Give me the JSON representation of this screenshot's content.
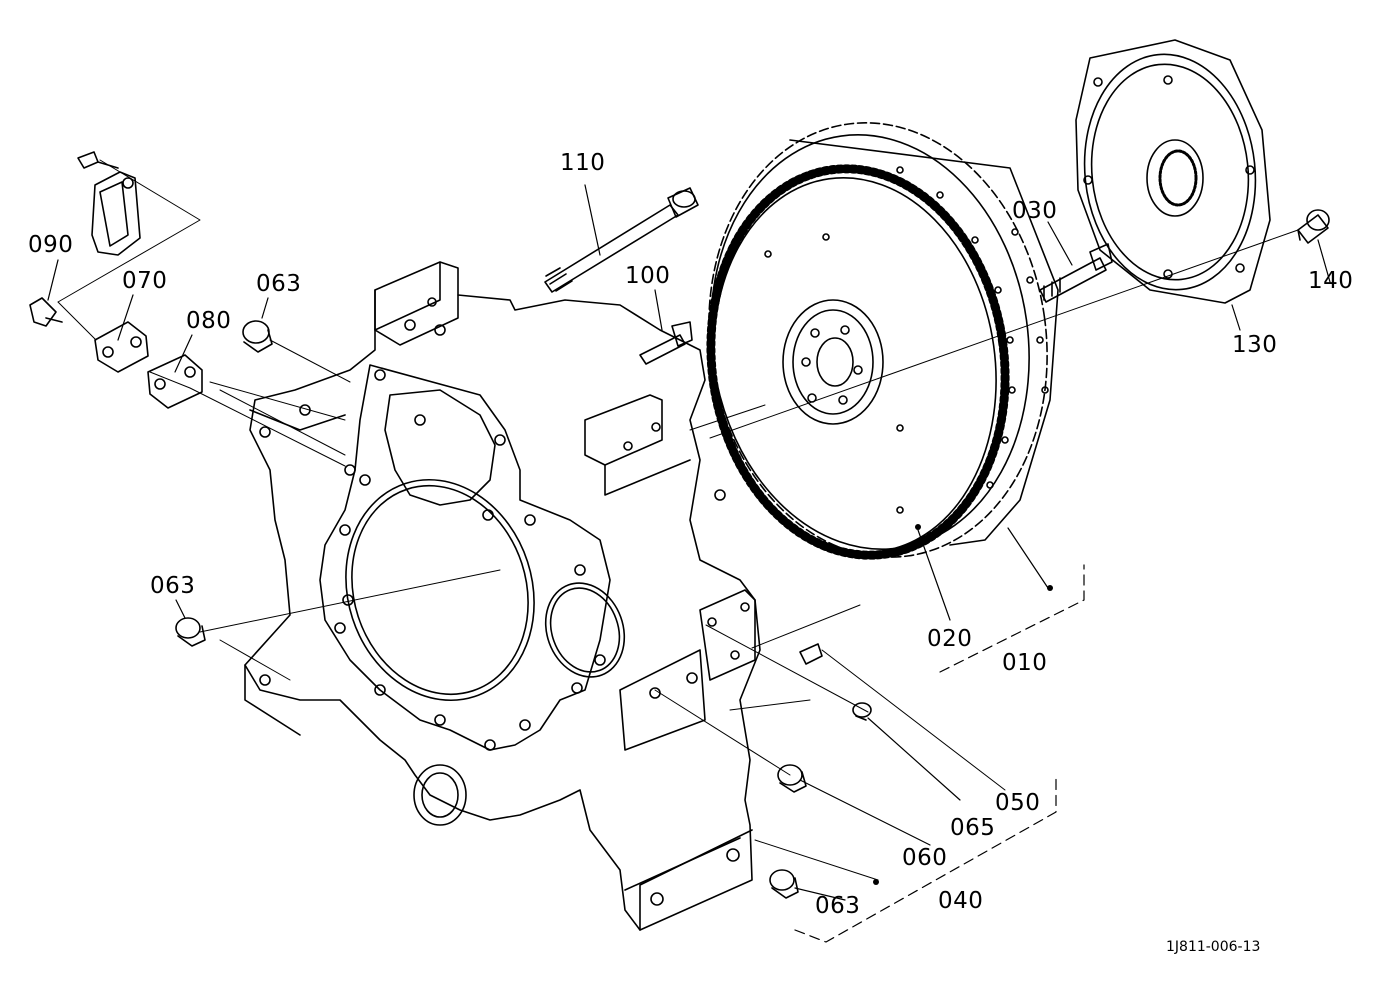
{
  "drawing_number": "1J811-006-13",
  "labels": {
    "l110": "110",
    "l030": "030",
    "l090": "090",
    "l070": "070",
    "l063a": "063",
    "l080": "080",
    "l100": "100",
    "l140": "140",
    "l130": "130",
    "l063b": "063",
    "l020": "020",
    "l010": "010",
    "l050": "050",
    "l065": "065",
    "l060": "060",
    "l040": "040",
    "l063c": "063"
  }
}
